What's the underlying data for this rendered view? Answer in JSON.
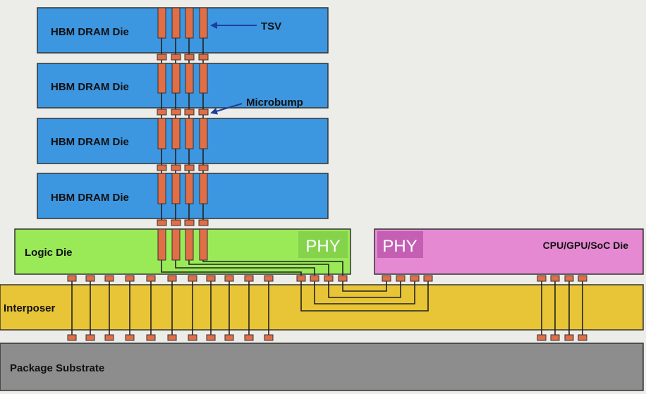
{
  "labels": {
    "dram_die": "HBM DRAM Die",
    "tsv": "TSV",
    "microbump": "Microbump",
    "logic_die": "Logic Die",
    "phy": "PHY",
    "processor_die": "CPU/GPU/SoC Die",
    "interposer": "Interposer",
    "package_substrate": "Package Substrate"
  },
  "colors": {
    "background": "#ecece9",
    "dram_die": "#3d96e0",
    "logic_die": "#9aea58",
    "logic_phy": "#84d34b",
    "processor_die": "#e58ad2",
    "processor_phy": "#c45fb4",
    "interposer": "#e8c537",
    "package_substrate": "#8d8d8d",
    "tsv_bump": "#e06e47",
    "wire": "#222222"
  },
  "dram_die_count": 4
}
